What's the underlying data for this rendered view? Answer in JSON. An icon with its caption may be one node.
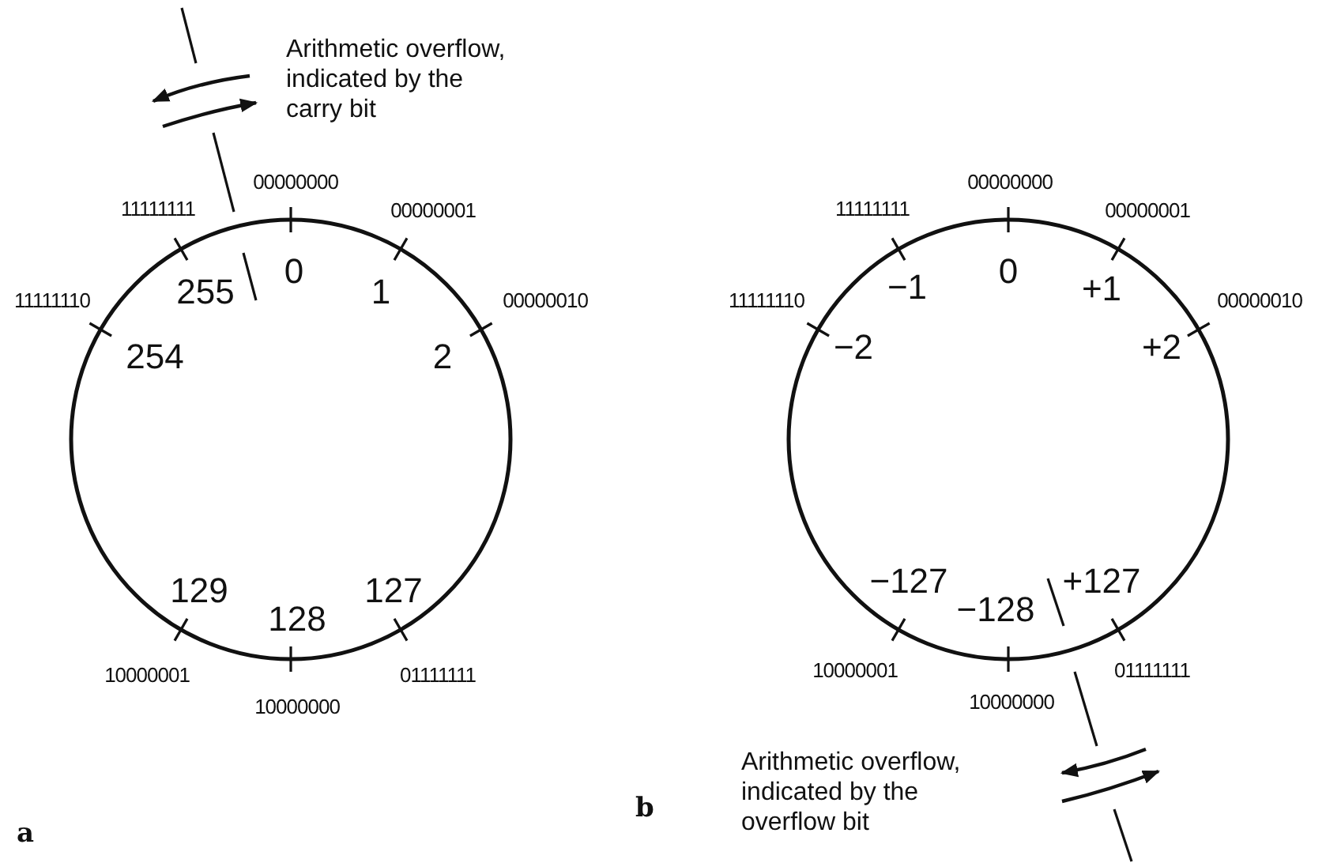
{
  "diagram": {
    "labels": [
      "Arithmetic overflow, indicated by the carry bit",
      "11111111",
      "00000000",
      "00000001",
      "11111110",
      "00000010",
      "255",
      "0",
      "1",
      "254",
      "2",
      "129",
      "128",
      "127",
      "10000001",
      "10000000",
      "01111111",
      "11111111",
      "00000000",
      "00000001",
      "11111110",
      "00000010",
      "−1",
      "0",
      "+1",
      "−2",
      "+2",
      "−127",
      "−128",
      "+127",
      "10000001",
      "10000000",
      "01111111",
      "Arithmetic overflow, indicated by the overflow bit",
      "a",
      "b"
    ]
  }
}
